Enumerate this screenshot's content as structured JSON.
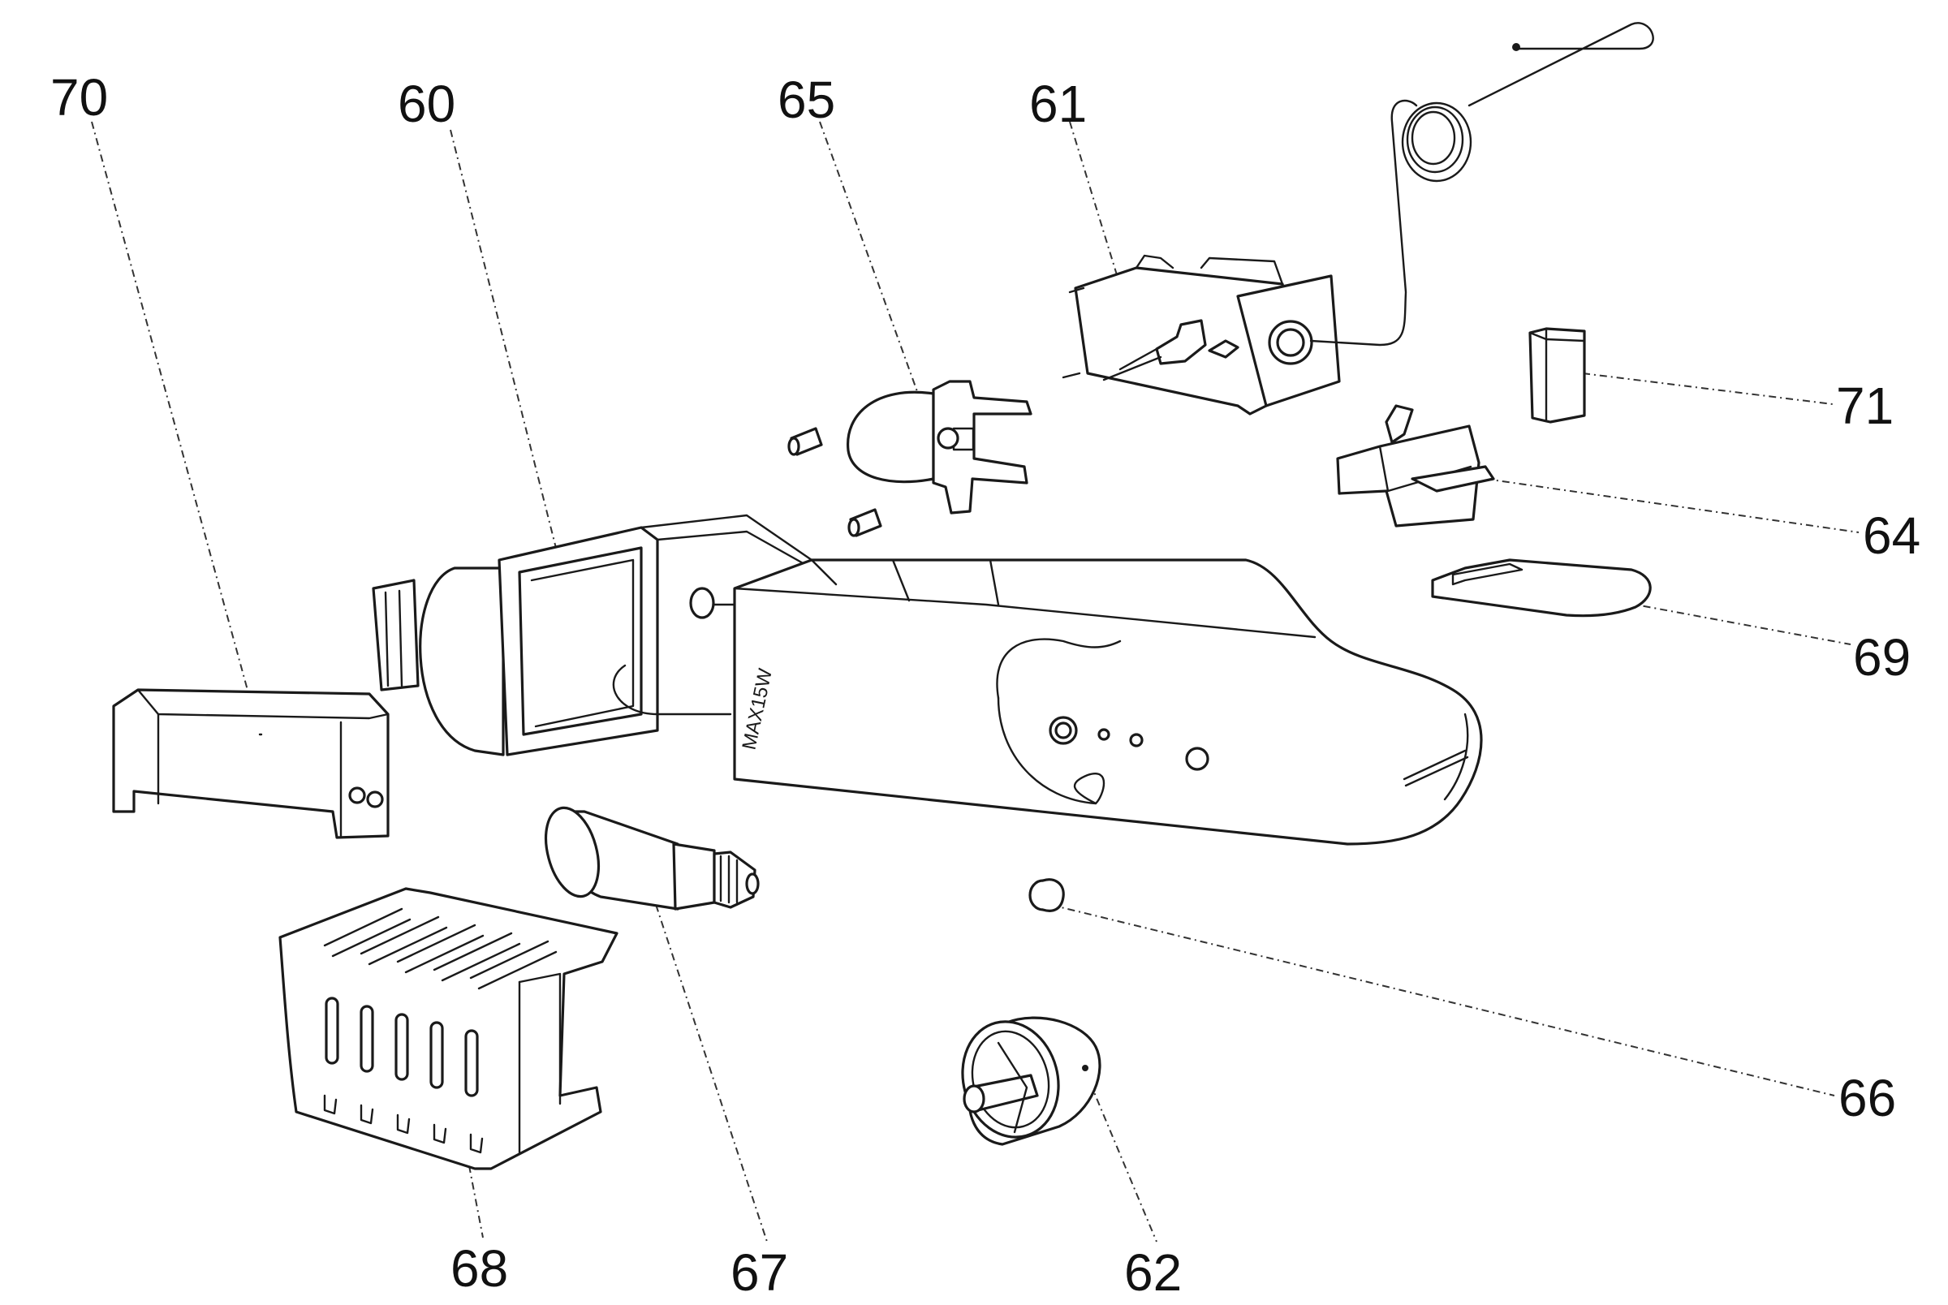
{
  "parts": [
    {
      "id": "70",
      "label": "70"
    },
    {
      "id": "60",
      "label": "60"
    },
    {
      "id": "65",
      "label": "65"
    },
    {
      "id": "61",
      "label": "61"
    },
    {
      "id": "71",
      "label": "71"
    },
    {
      "id": "64",
      "label": "64"
    },
    {
      "id": "69",
      "label": "69"
    },
    {
      "id": "66",
      "label": "66"
    },
    {
      "id": "62",
      "label": "62"
    },
    {
      "id": "67",
      "label": "67"
    },
    {
      "id": "68",
      "label": "68"
    }
  ],
  "housing_marking": "MAX15W"
}
